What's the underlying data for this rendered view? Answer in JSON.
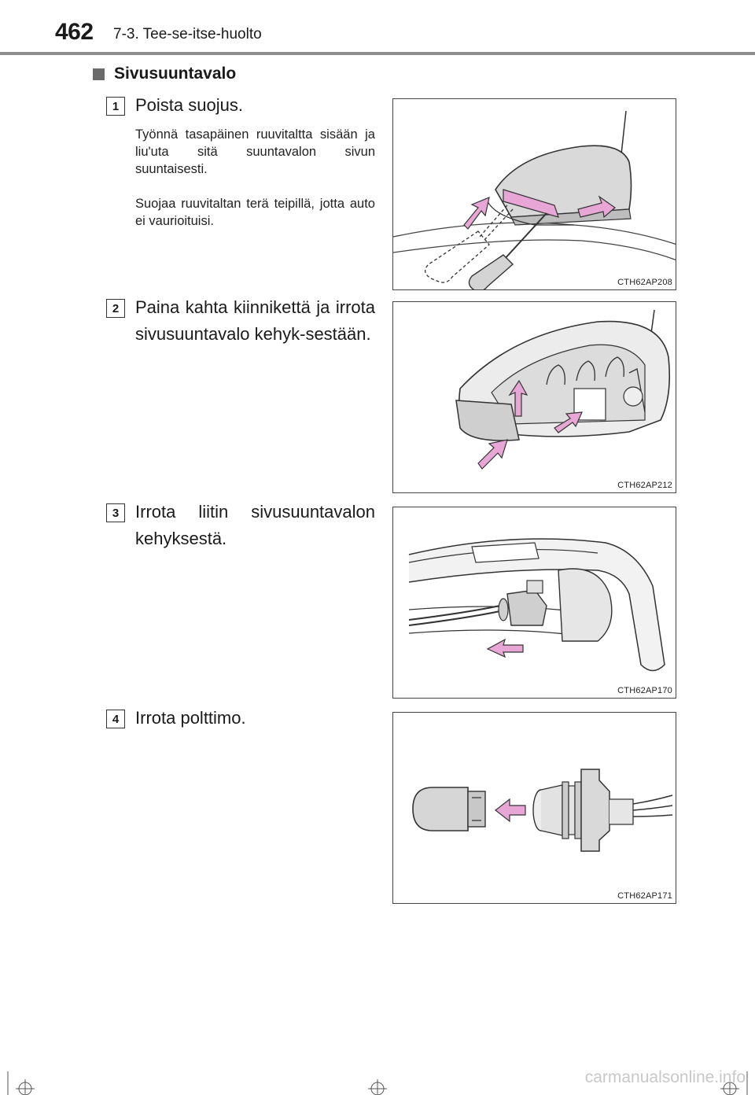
{
  "header": {
    "page_number": "462",
    "chapter": "7-3. Tee-se-itse-huolto"
  },
  "section": {
    "heading": "Sivusuuntavalo"
  },
  "steps": [
    {
      "number": "1",
      "title": "Poista suojus.",
      "notes": [
        "Työnnä tasapäinen ruuvitaltta sisään ja liu'uta sitä suuntavalon sivun suuntaisesti.",
        "Suojaa ruuvitaltan terä teipillä, jotta auto ei vaurioituisi."
      ],
      "figure_code": "CTH62AP208"
    },
    {
      "number": "2",
      "title": "Paina kahta kiinnikettä ja irrota sivusuuntavalo kehyk-sestään.",
      "figure_code": "CTH62AP212"
    },
    {
      "number": "3",
      "title": "Irrota liitin sivusuuntavalon kehyksestä.",
      "figure_code": "CTH62AP170"
    },
    {
      "number": "4",
      "title": "Irrota polttimo.",
      "figure_code": "CTH62AP171"
    }
  ],
  "footer": {
    "watermark": "carmanualsonline.info"
  },
  "colors": {
    "arrow_pink": "#e8a6d6",
    "fill_gray": "#d4d4d4",
    "rule_gray": "#8c8c8c"
  }
}
